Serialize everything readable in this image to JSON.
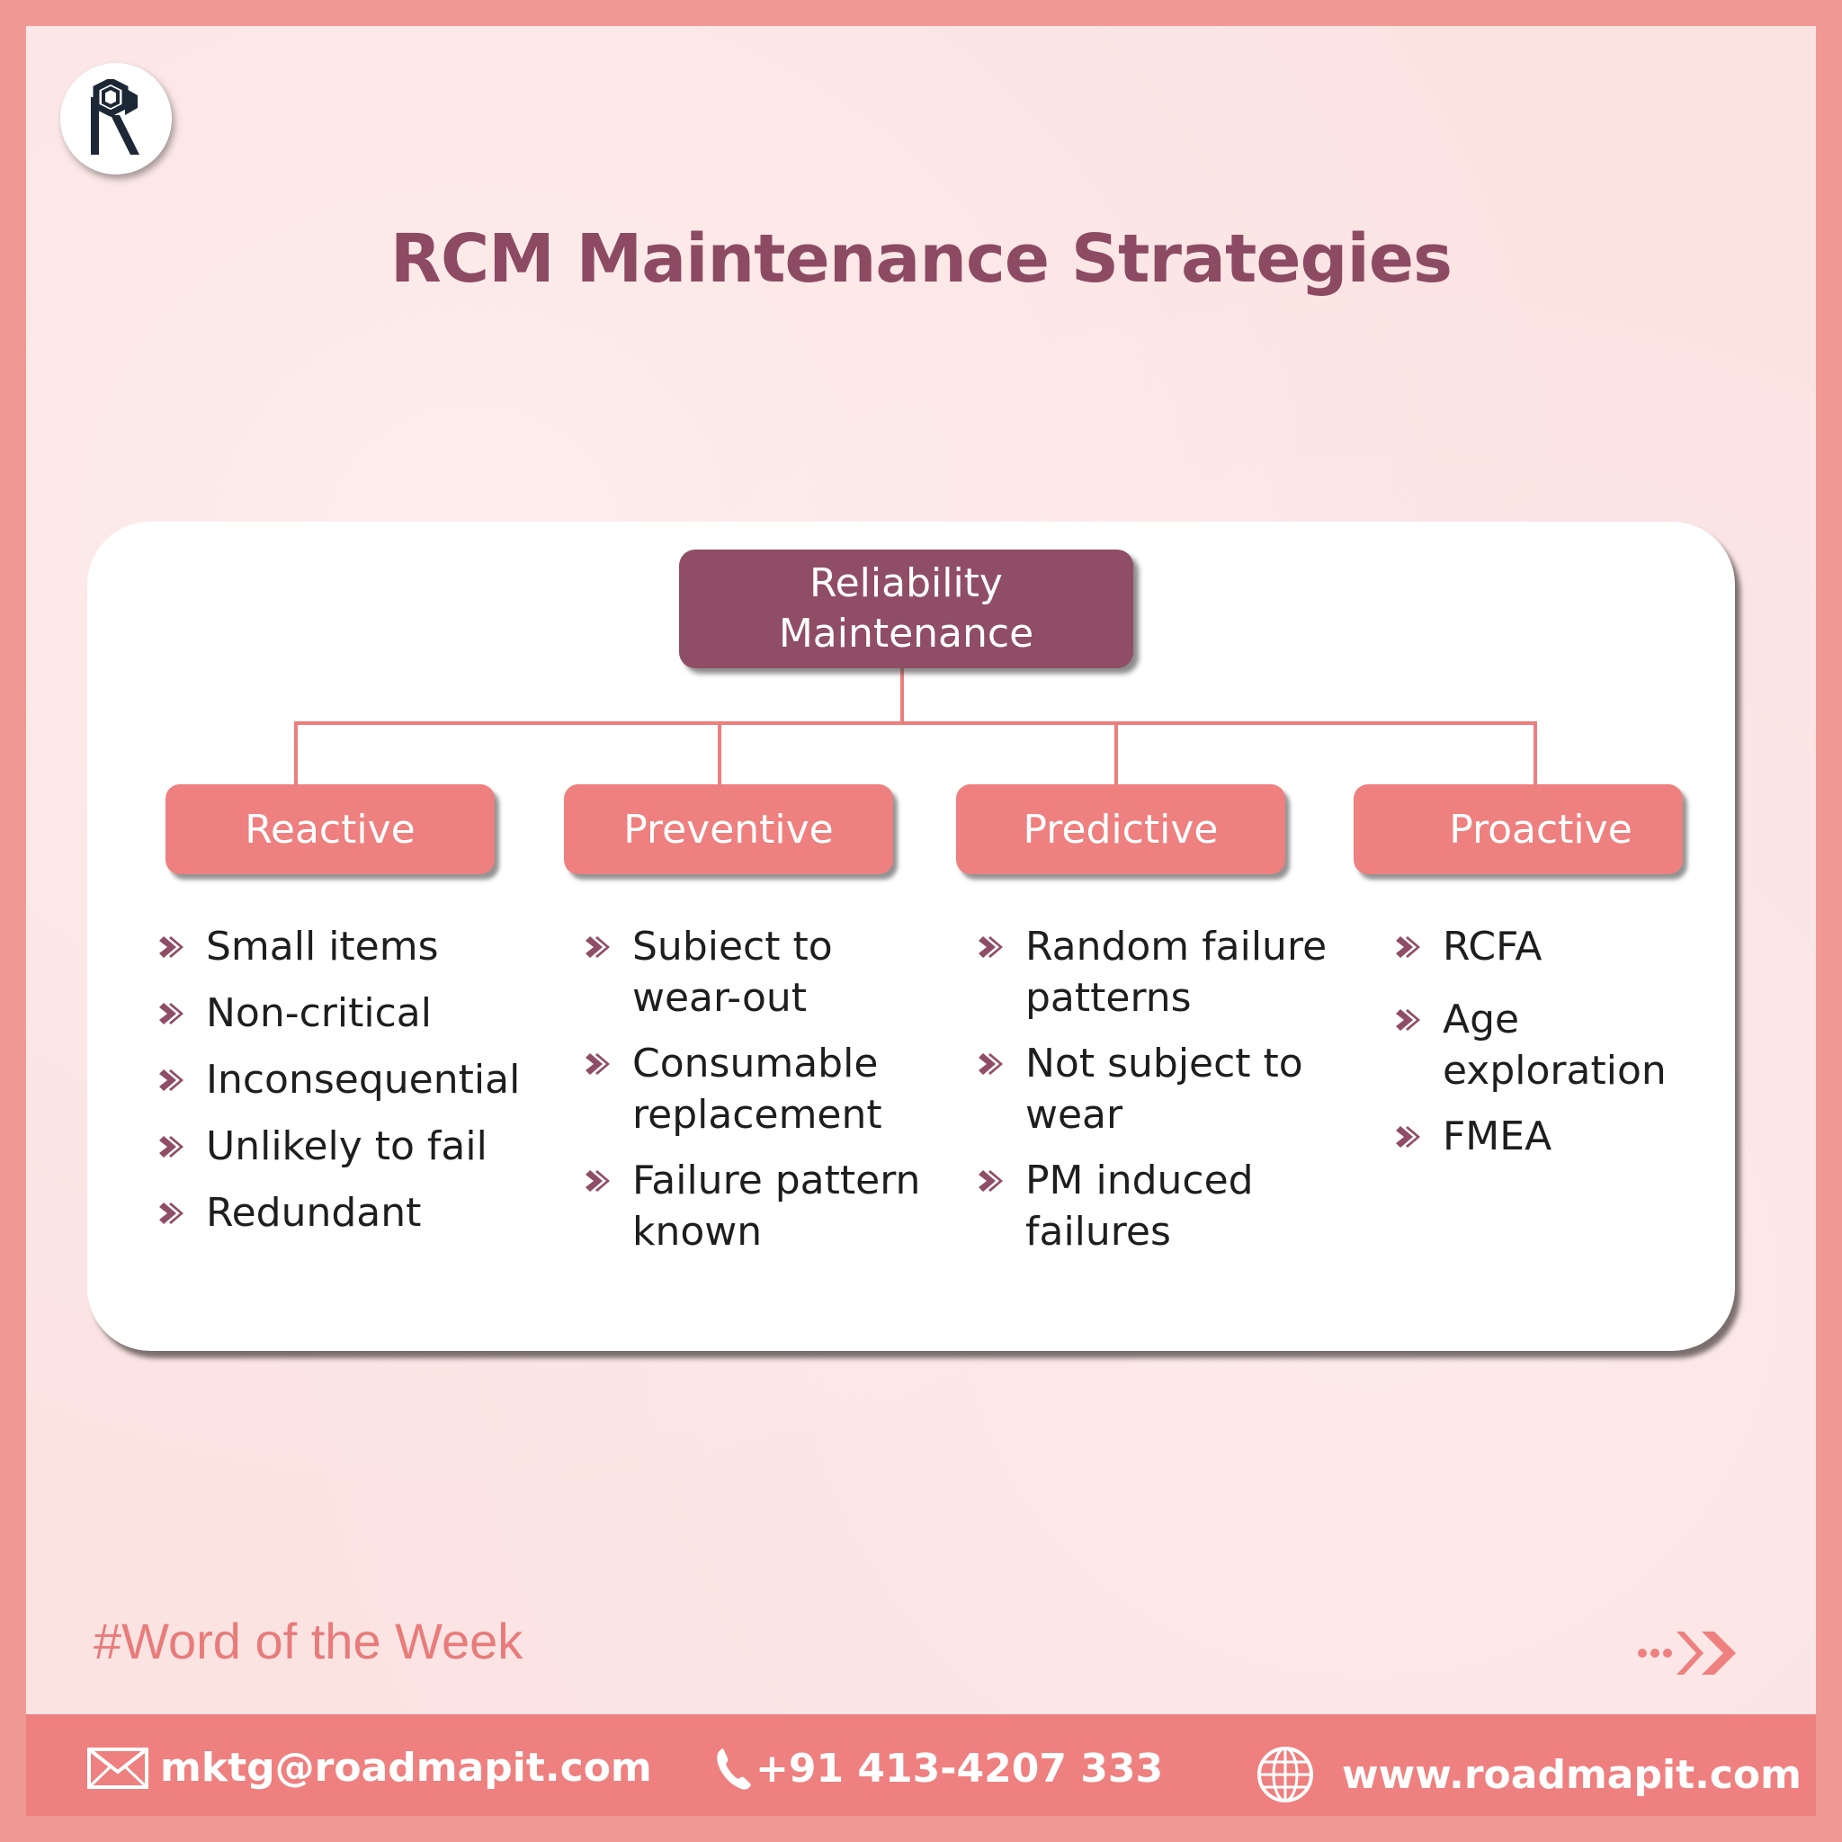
{
  "title": "RCM Maintenance Strategies",
  "diagram": {
    "root": "Reliability Maintenance",
    "categories": [
      {
        "label": "Reactive",
        "items": [
          "Small items",
          "Non-critical",
          "Inconsequential",
          "Unlikely to fail",
          "Redundant"
        ]
      },
      {
        "label": "Preventive",
        "items": [
          "Subiect to wear-out",
          "Consumable replacement",
          "Failure pattern known"
        ]
      },
      {
        "label": "Predictive",
        "items": [
          "Random failure patterns",
          "Not subject to wear",
          "PM induced failures"
        ]
      },
      {
        "label": "Proactive",
        "items": [
          "RCFA",
          "Age exploration",
          "FMEA"
        ]
      }
    ]
  },
  "hashtag": "#Word of the Week",
  "footer": {
    "email": "mktg@roadmapit.com",
    "phone": "+91 413-4207 333",
    "website": "www.roadmapit.com"
  },
  "icons": {
    "logo": "roadmap-r-logo",
    "bullet": "chevron-right-icon",
    "next": "double-chevron-arrow-icon",
    "email": "envelope-icon",
    "phone": "phone-icon",
    "website": "globe-icon"
  },
  "colors": {
    "border": "#f19a94",
    "background": "#fbe3e2",
    "title": "#8d4a63",
    "root_box": "#904d66",
    "category_box": "#ee807f",
    "bullet": "#904d66",
    "hashtag": "#e77c7b"
  }
}
